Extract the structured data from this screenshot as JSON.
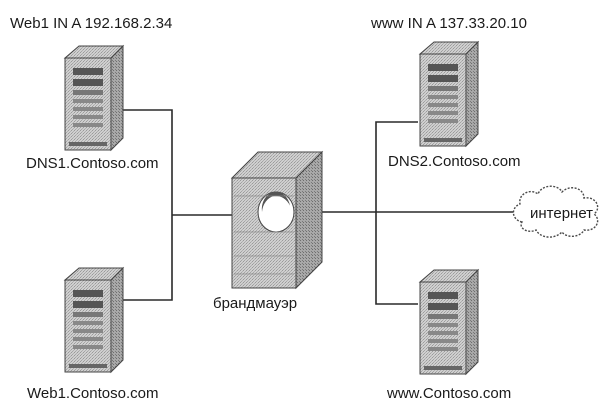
{
  "labels": {
    "web1_record": "Web1 IN A 192.168.2.34",
    "www_record": "www IN A 137.33.20.10",
    "dns1": "DNS1.Contoso.com",
    "dns2": "DNS2.Contoso.com",
    "web1": "Web1.Contoso.com",
    "www": "www.Contoso.com",
    "firewall": "брандмауэр",
    "internet": "интернет"
  },
  "icons": {
    "server": "server-tower-icon",
    "firewall": "firewall-wall-icon",
    "internet": "cloud-icon"
  }
}
